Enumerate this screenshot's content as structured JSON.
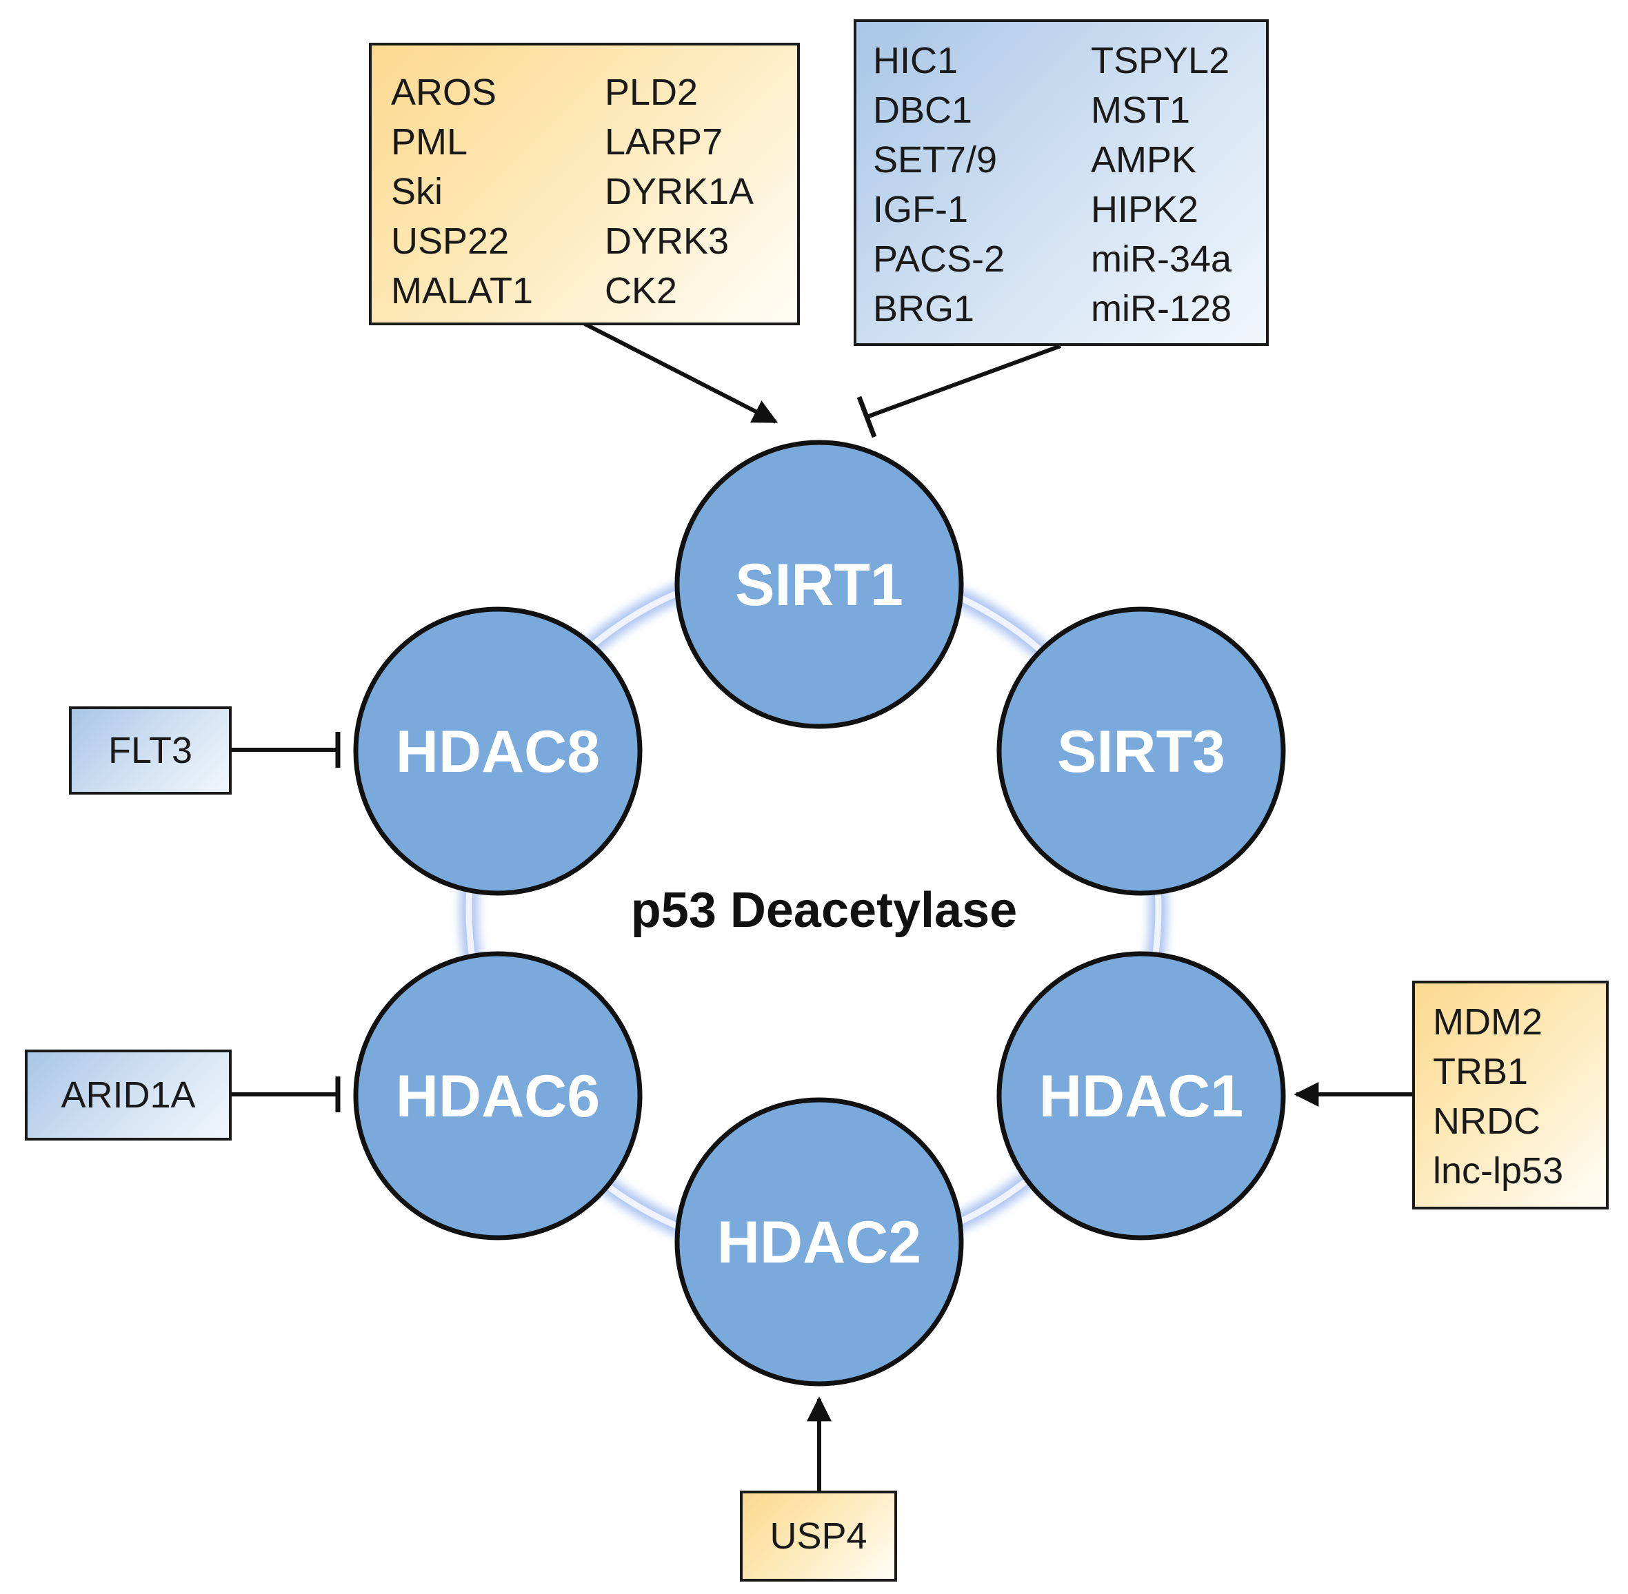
{
  "center_label": "p53 Deacetylase",
  "nodes": [
    {
      "id": "sirt1",
      "label": "SIRT1"
    },
    {
      "id": "sirt3",
      "label": "SIRT3"
    },
    {
      "id": "hdac1",
      "label": "HDAC1"
    },
    {
      "id": "hdac2",
      "label": "HDAC2"
    },
    {
      "id": "hdac6",
      "label": "HDAC6"
    },
    {
      "id": "hdac8",
      "label": "HDAC8"
    }
  ],
  "regulators": {
    "sirt1_activators": {
      "col1": [
        "AROS",
        "PML",
        "Ski",
        "USP22",
        "MALAT1"
      ],
      "col2": [
        "PLD2",
        "LARP7",
        "DYRK1A",
        "DYRK3",
        "CK2"
      ]
    },
    "sirt1_inhibitors": {
      "col1": [
        "HIC1",
        "DBC1",
        "SET7/9",
        "IGF-1",
        "PACS-2",
        "BRG1"
      ],
      "col2": [
        "TSPYL2",
        "MST1",
        "AMPK",
        "HIPK2",
        "miR-34a",
        "miR-128"
      ]
    },
    "hdac1_activators": [
      "MDM2",
      "TRB1",
      "NRDC",
      "lnc-lp53"
    ],
    "hdac2_activator": "USP4",
    "hdac6_inhibitor": "ARID1A",
    "hdac8_inhibitor": "FLT3"
  },
  "colors": {
    "node_fill": "#7aaadb",
    "node_stroke": "#111111",
    "node_text": "#ffffff",
    "ring": "#c9d8f4",
    "activator_box": "#fde3a3",
    "inhibitor_box": "#c6daf0",
    "line": "#111111"
  }
}
